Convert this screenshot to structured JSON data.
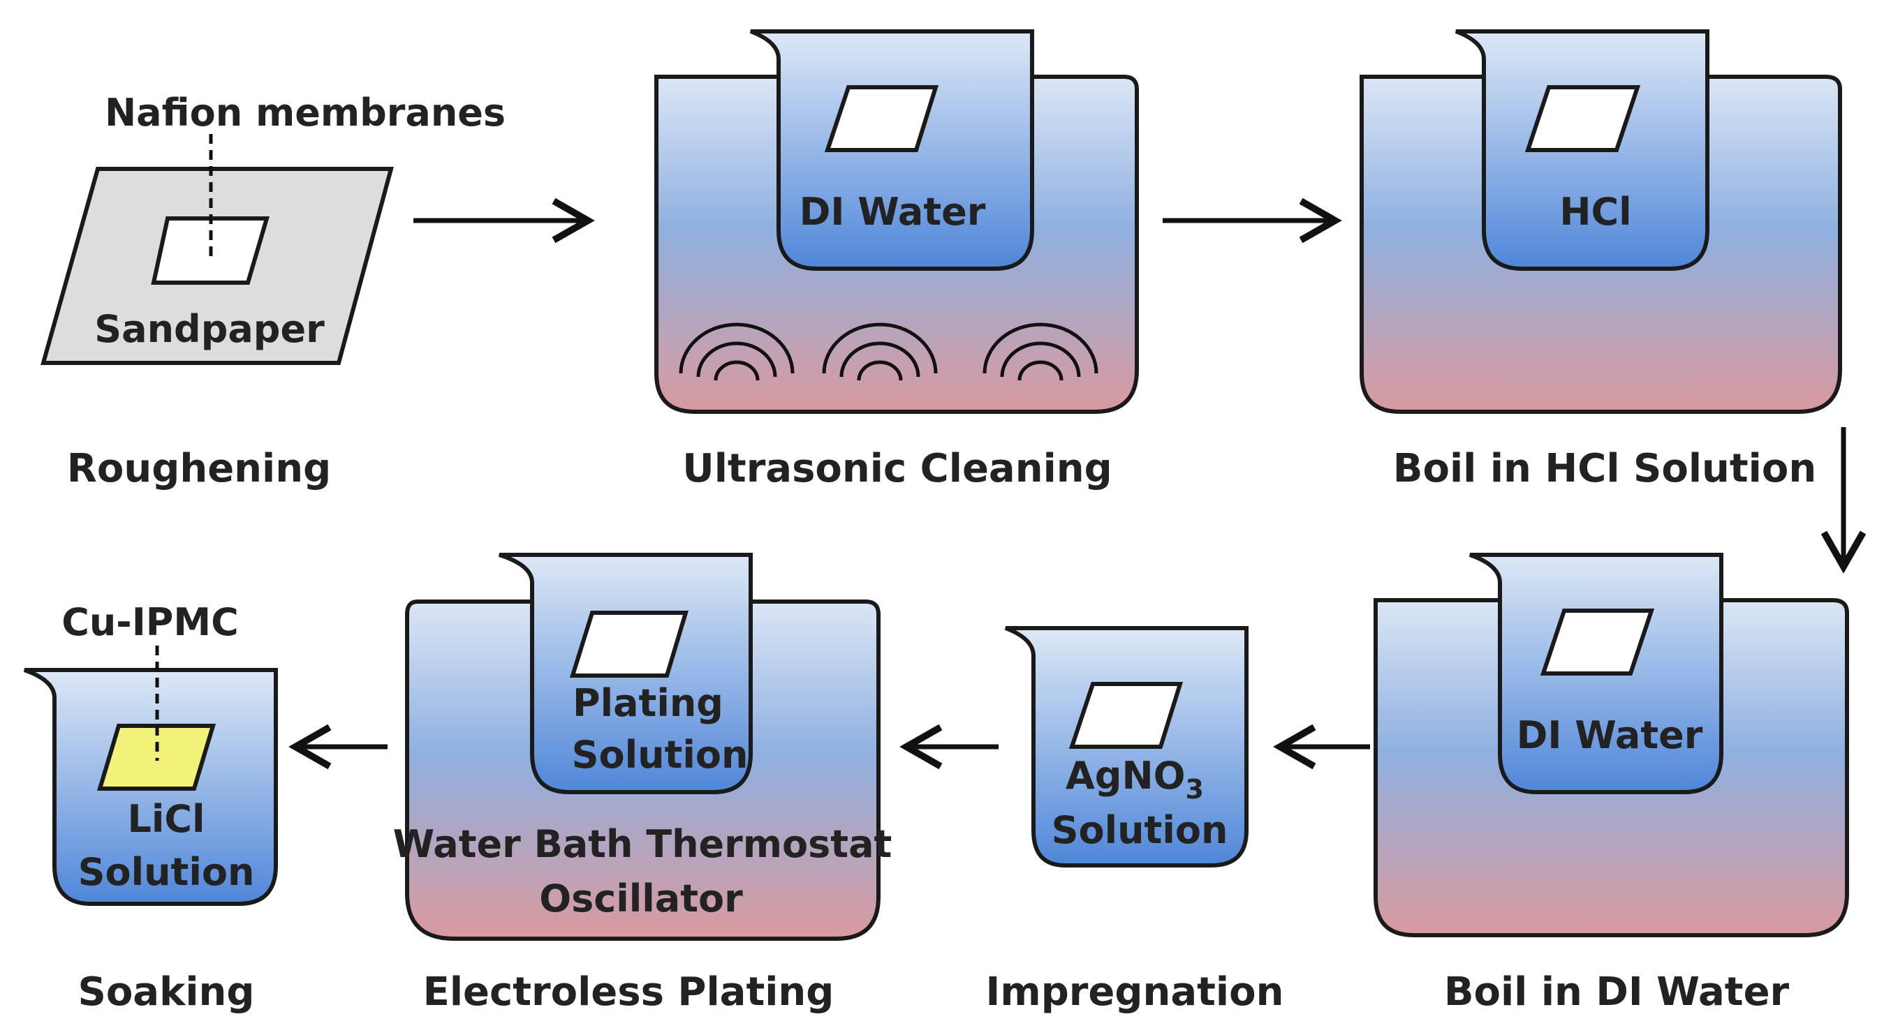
{
  "roughening": {
    "callout": "Nafion membranes",
    "sheet_label": "Sandpaper",
    "caption": "Roughening"
  },
  "ultrasonic": {
    "beaker_label": "DI Water",
    "caption": "Ultrasonic Cleaning"
  },
  "boil_hcl": {
    "beaker_label": "HCl",
    "caption": "Boil in HCl Solution"
  },
  "boil_di": {
    "beaker_label": "DI Water",
    "caption": "Boil in DI Water"
  },
  "impregnation": {
    "beaker_label_main": "AgNO",
    "beaker_label_sub": "3",
    "beaker_label_line2": "Solution",
    "caption": "Impregnation"
  },
  "electroless": {
    "beaker_line1": "Plating",
    "beaker_line2": "Solution",
    "bath_line1": "Water Bath Thermostat",
    "bath_line2": "Oscillator",
    "caption": "Electroless Plating"
  },
  "soaking": {
    "callout": "Cu-IPMC",
    "beaker_line1": "LiCl",
    "beaker_line2": "Solution",
    "caption": "Soaking"
  },
  "colors": {
    "bath_top": "#dbe6f5",
    "bath_bottom": "#d99a9e",
    "beaker_top": "#dde8f6",
    "beaker_bottom": "#4f86d8",
    "sheet": "#dddddd",
    "membrane": "#ffffff",
    "cu_membrane": "#f2f27a"
  }
}
